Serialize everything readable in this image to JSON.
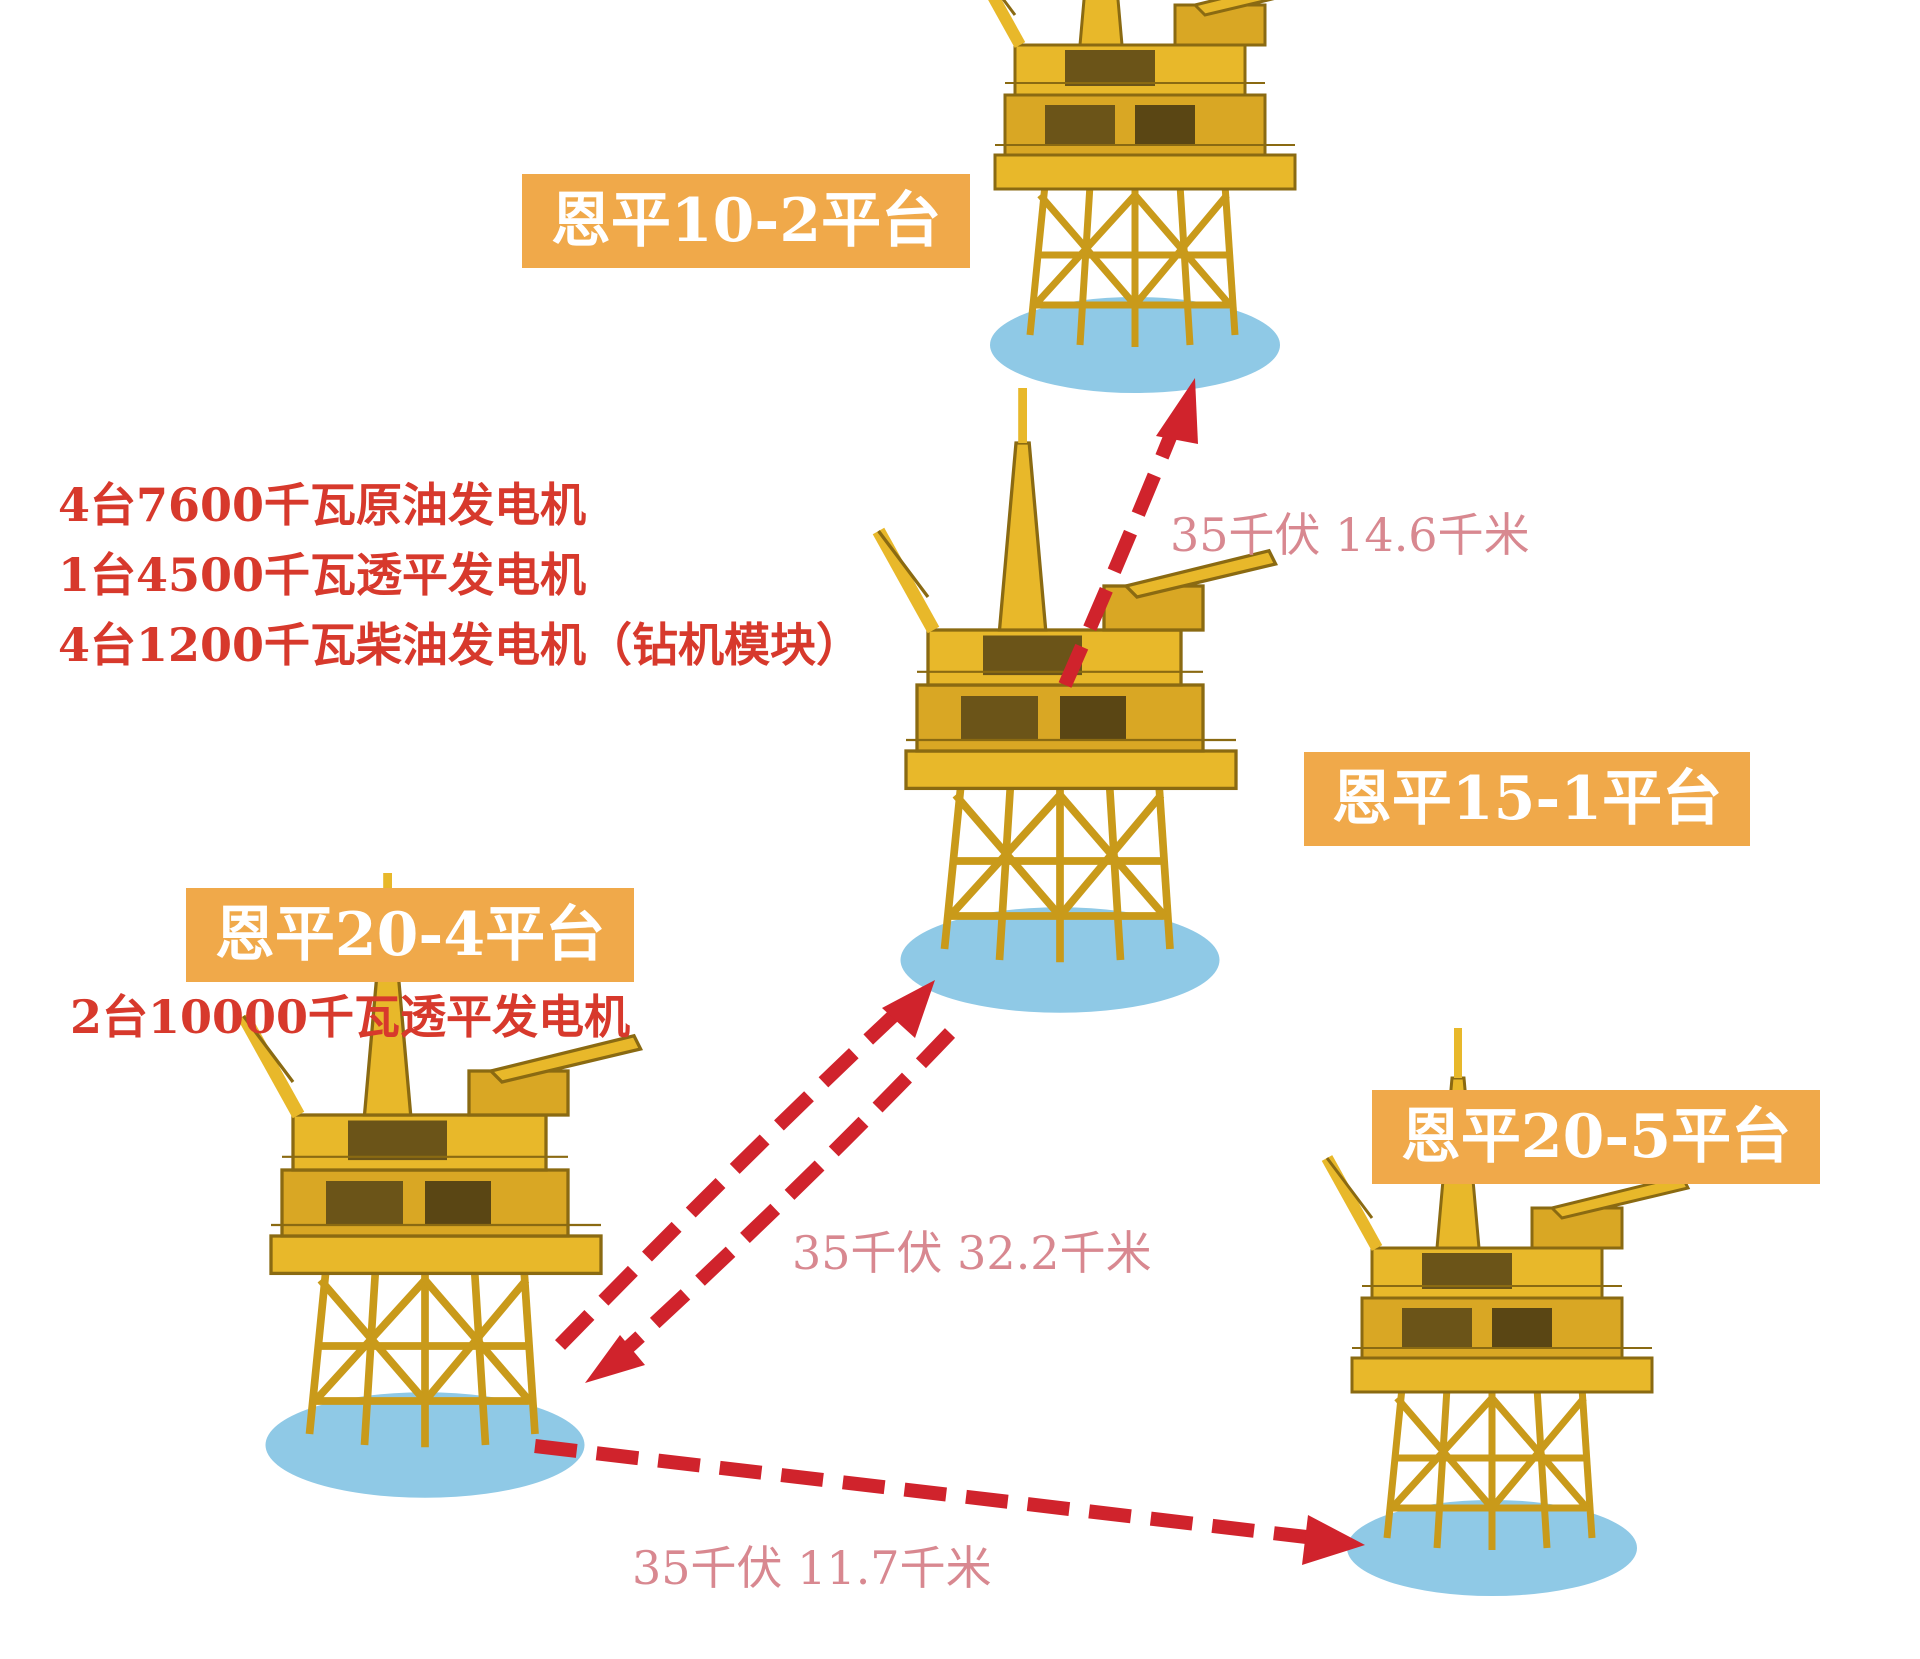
{
  "platforms": [
    {
      "id": "10-2",
      "name": "恩平10-2平台"
    },
    {
      "id": "15-1",
      "name": "恩平15-1平台"
    },
    {
      "id": "20-4",
      "name": "恩平20-4平台"
    },
    {
      "id": "20-5",
      "name": "恩平20-5平台"
    }
  ],
  "generators": {
    "platform_15_1": [
      "4台7600千瓦原油发电机",
      "1台4500千瓦透平发电机",
      "4台1200千瓦柴油发电机（钻机模块）"
    ],
    "platform_20_4": [
      "2台10000千瓦透平发电机"
    ]
  },
  "links": [
    {
      "from": "15-1",
      "to": "10-2",
      "label": "35千伏  14.6千米"
    },
    {
      "from": "20-4",
      "to": "15-1",
      "label": "35千伏  32.2千米"
    },
    {
      "from": "20-4",
      "to": "20-5",
      "label": "35千伏  11.7千米"
    }
  ],
  "colors": {
    "label_bg": "#f0a94a",
    "label_text": "#ffffff",
    "generator_text": "#d7392c",
    "link_text": "#d88890",
    "arrow": "#d0232c",
    "water": "#8fc9e6",
    "platform": "#e8b82a"
  }
}
